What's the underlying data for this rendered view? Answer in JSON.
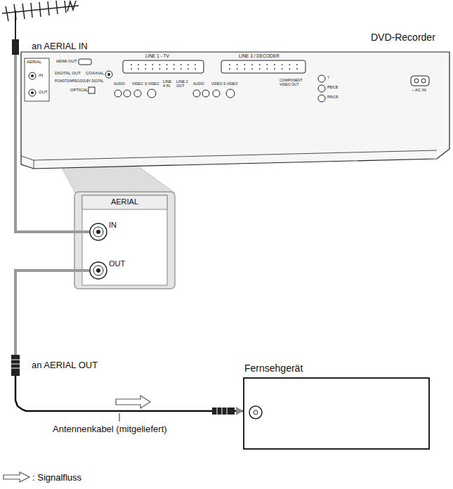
{
  "diagram": {
    "nodes": [
      {
        "text": [
          "DVD-Recorder",
          "AERIAL",
          "IN",
          "OUT",
          "HDMI OUT",
          "DIGITAL OUT",
          "COAXIAL",
          "PCM/DTS/MPEG/DOLBY DIGITAL",
          "OPTICAL",
          "LINE 1 - TV",
          "LINE 3 / DECODER",
          "AUDIO",
          "VIDEO",
          "S VIDEO",
          "LINE 4 IN",
          "LINE 2 OUT",
          "AUDIO",
          "VIDEO",
          "S VIDEO",
          "COMPONENT VIDEO OUT",
          "Y",
          "PB/CB",
          "PR/CR",
          "~ AC IN"
        ]
      },
      {
        "text": [
          "AERIAL",
          "IN",
          "OUT"
        ]
      },
      {
        "text": [
          "Fernsehgerät"
        ]
      }
    ],
    "edges": [
      {
        "from": 1,
        "to": 2,
        "arrow": "to"
      }
    ],
    "labels": [
      "an AERIAL IN",
      "an AERIAL OUT",
      "Antennenkabel (mitgeliefert)"
    ],
    "legend": [
      {
        "text": ": Signalfluss"
      }
    ]
  }
}
